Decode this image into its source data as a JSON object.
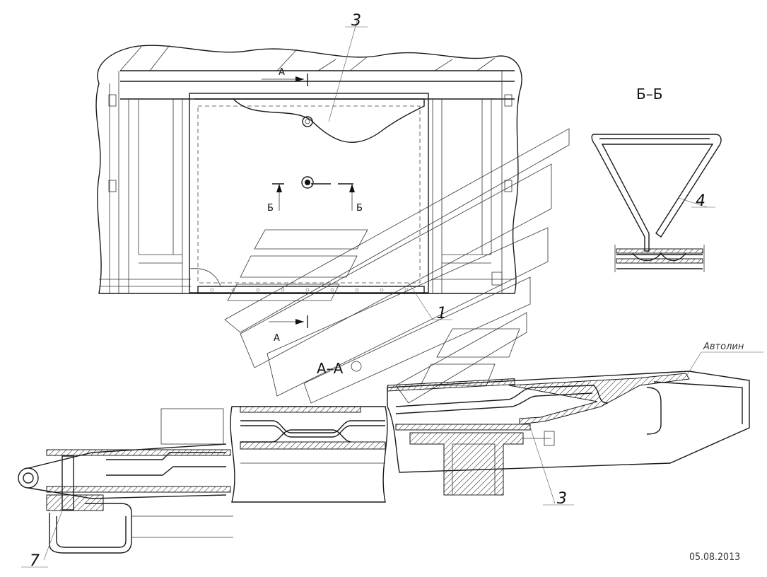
{
  "labels": {
    "callout_3_top": "3",
    "callout_1": "1",
    "callout_4": "4",
    "callout_3_bottom": "3",
    "callout_7": "7",
    "section_a_top": "А",
    "section_a_bottom": "А",
    "section_b_left": "Б",
    "section_b_right": "Б",
    "view_b_b": "Б–Б",
    "view_a_a": "А–А",
    "material_note": "Автолин",
    "date": "05.08.2013"
  }
}
